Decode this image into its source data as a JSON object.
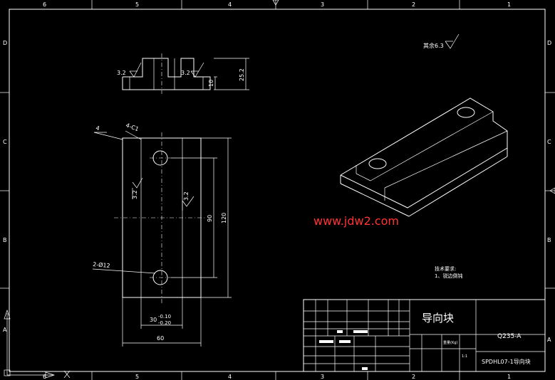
{
  "frame": {
    "columns_top": [
      "6",
      "5",
      "4",
      "3",
      "2",
      "1"
    ],
    "columns_bottom": [
      "6",
      "5",
      "4",
      "3",
      "2",
      "1"
    ],
    "rows_left": [
      "D",
      "C",
      "B",
      "A"
    ],
    "rows_right": [
      "D",
      "C",
      "B",
      "A"
    ]
  },
  "annotations": {
    "roughness_rest": "其余6.3",
    "roughness_a": "3.2",
    "roughness_b": "3.2",
    "roughness_c": "3.2",
    "roughness_d": "3.2",
    "chamfer_outer": "4",
    "chamfer_c1": "4-C1",
    "holes": "2-Ø12"
  },
  "dimensions": {
    "height_total": "25.2",
    "step_height": "10",
    "hole_spacing": "90",
    "length": "120",
    "slot_width": "30",
    "tol_upper": "-0.10",
    "tol_lower": "-0.20",
    "width": "60"
  },
  "watermark": "www.jdw2.com",
  "tech_requirements": {
    "title": "技术要求:",
    "item1": "1、锐边倒钝"
  },
  "title_block": {
    "part_name": "导向块",
    "material": "Q235-A",
    "scale": "1:1",
    "mass_label": "重量(Kg)",
    "drawing_no": "SPDHL07-1导向块"
  },
  "colors": {
    "background": "#000000",
    "lines": "#ffffff",
    "watermark": "#ff3333"
  }
}
